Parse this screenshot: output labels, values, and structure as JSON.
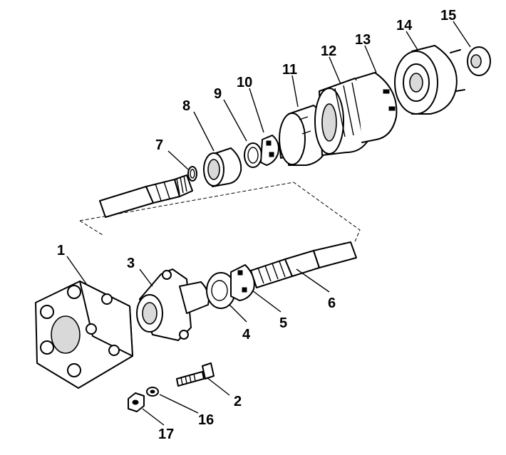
{
  "callouts": {
    "c1": "1",
    "c2": "2",
    "c3": "3",
    "c4": "4",
    "c5": "5",
    "c6": "6",
    "c7": "7",
    "c8": "8",
    "c9": "9",
    "c10": "10",
    "c11": "11",
    "c12": "12",
    "c13": "13",
    "c14": "14",
    "c15": "15",
    "c16": "16",
    "c17": "17"
  },
  "colors": {
    "line": "#000000",
    "background": "#ffffff",
    "shade": "#d9d9d9"
  }
}
